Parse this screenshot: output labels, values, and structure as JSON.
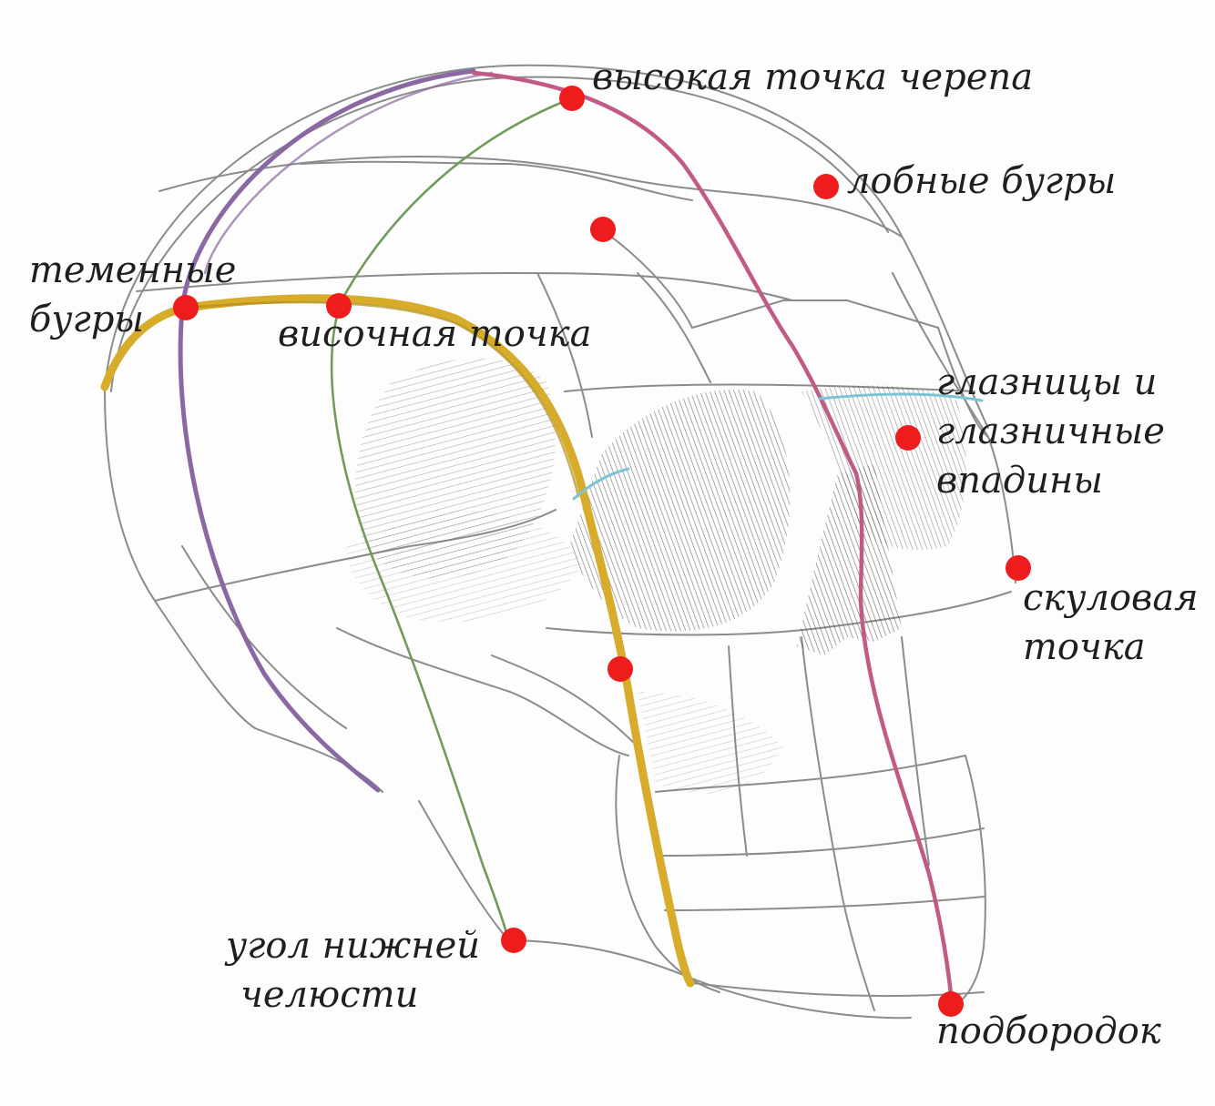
{
  "labels": {
    "top_point": "высокая точка черепа",
    "frontal_tubers": "лобные бугры",
    "parietal_tubers": [
      "теменные",
      "бугры"
    ],
    "temporal_point": "височная точка",
    "orbits": [
      "глазницы и",
      "глазничные",
      "впадины"
    ],
    "zygomatic_point": [
      "скуловая",
      "точка"
    ],
    "mandible_angle": [
      "угол нижней",
      "челюсти"
    ],
    "chin": "подбородок"
  },
  "colors": {
    "marker": "#ee1c1c",
    "line_yellow": "#d6ac2a",
    "line_purple": "#8a68a3",
    "line_green": "#6f9c5a",
    "line_pink": "#c25a86",
    "line_blue": "#7bc4d6",
    "pencil": "#555555"
  }
}
